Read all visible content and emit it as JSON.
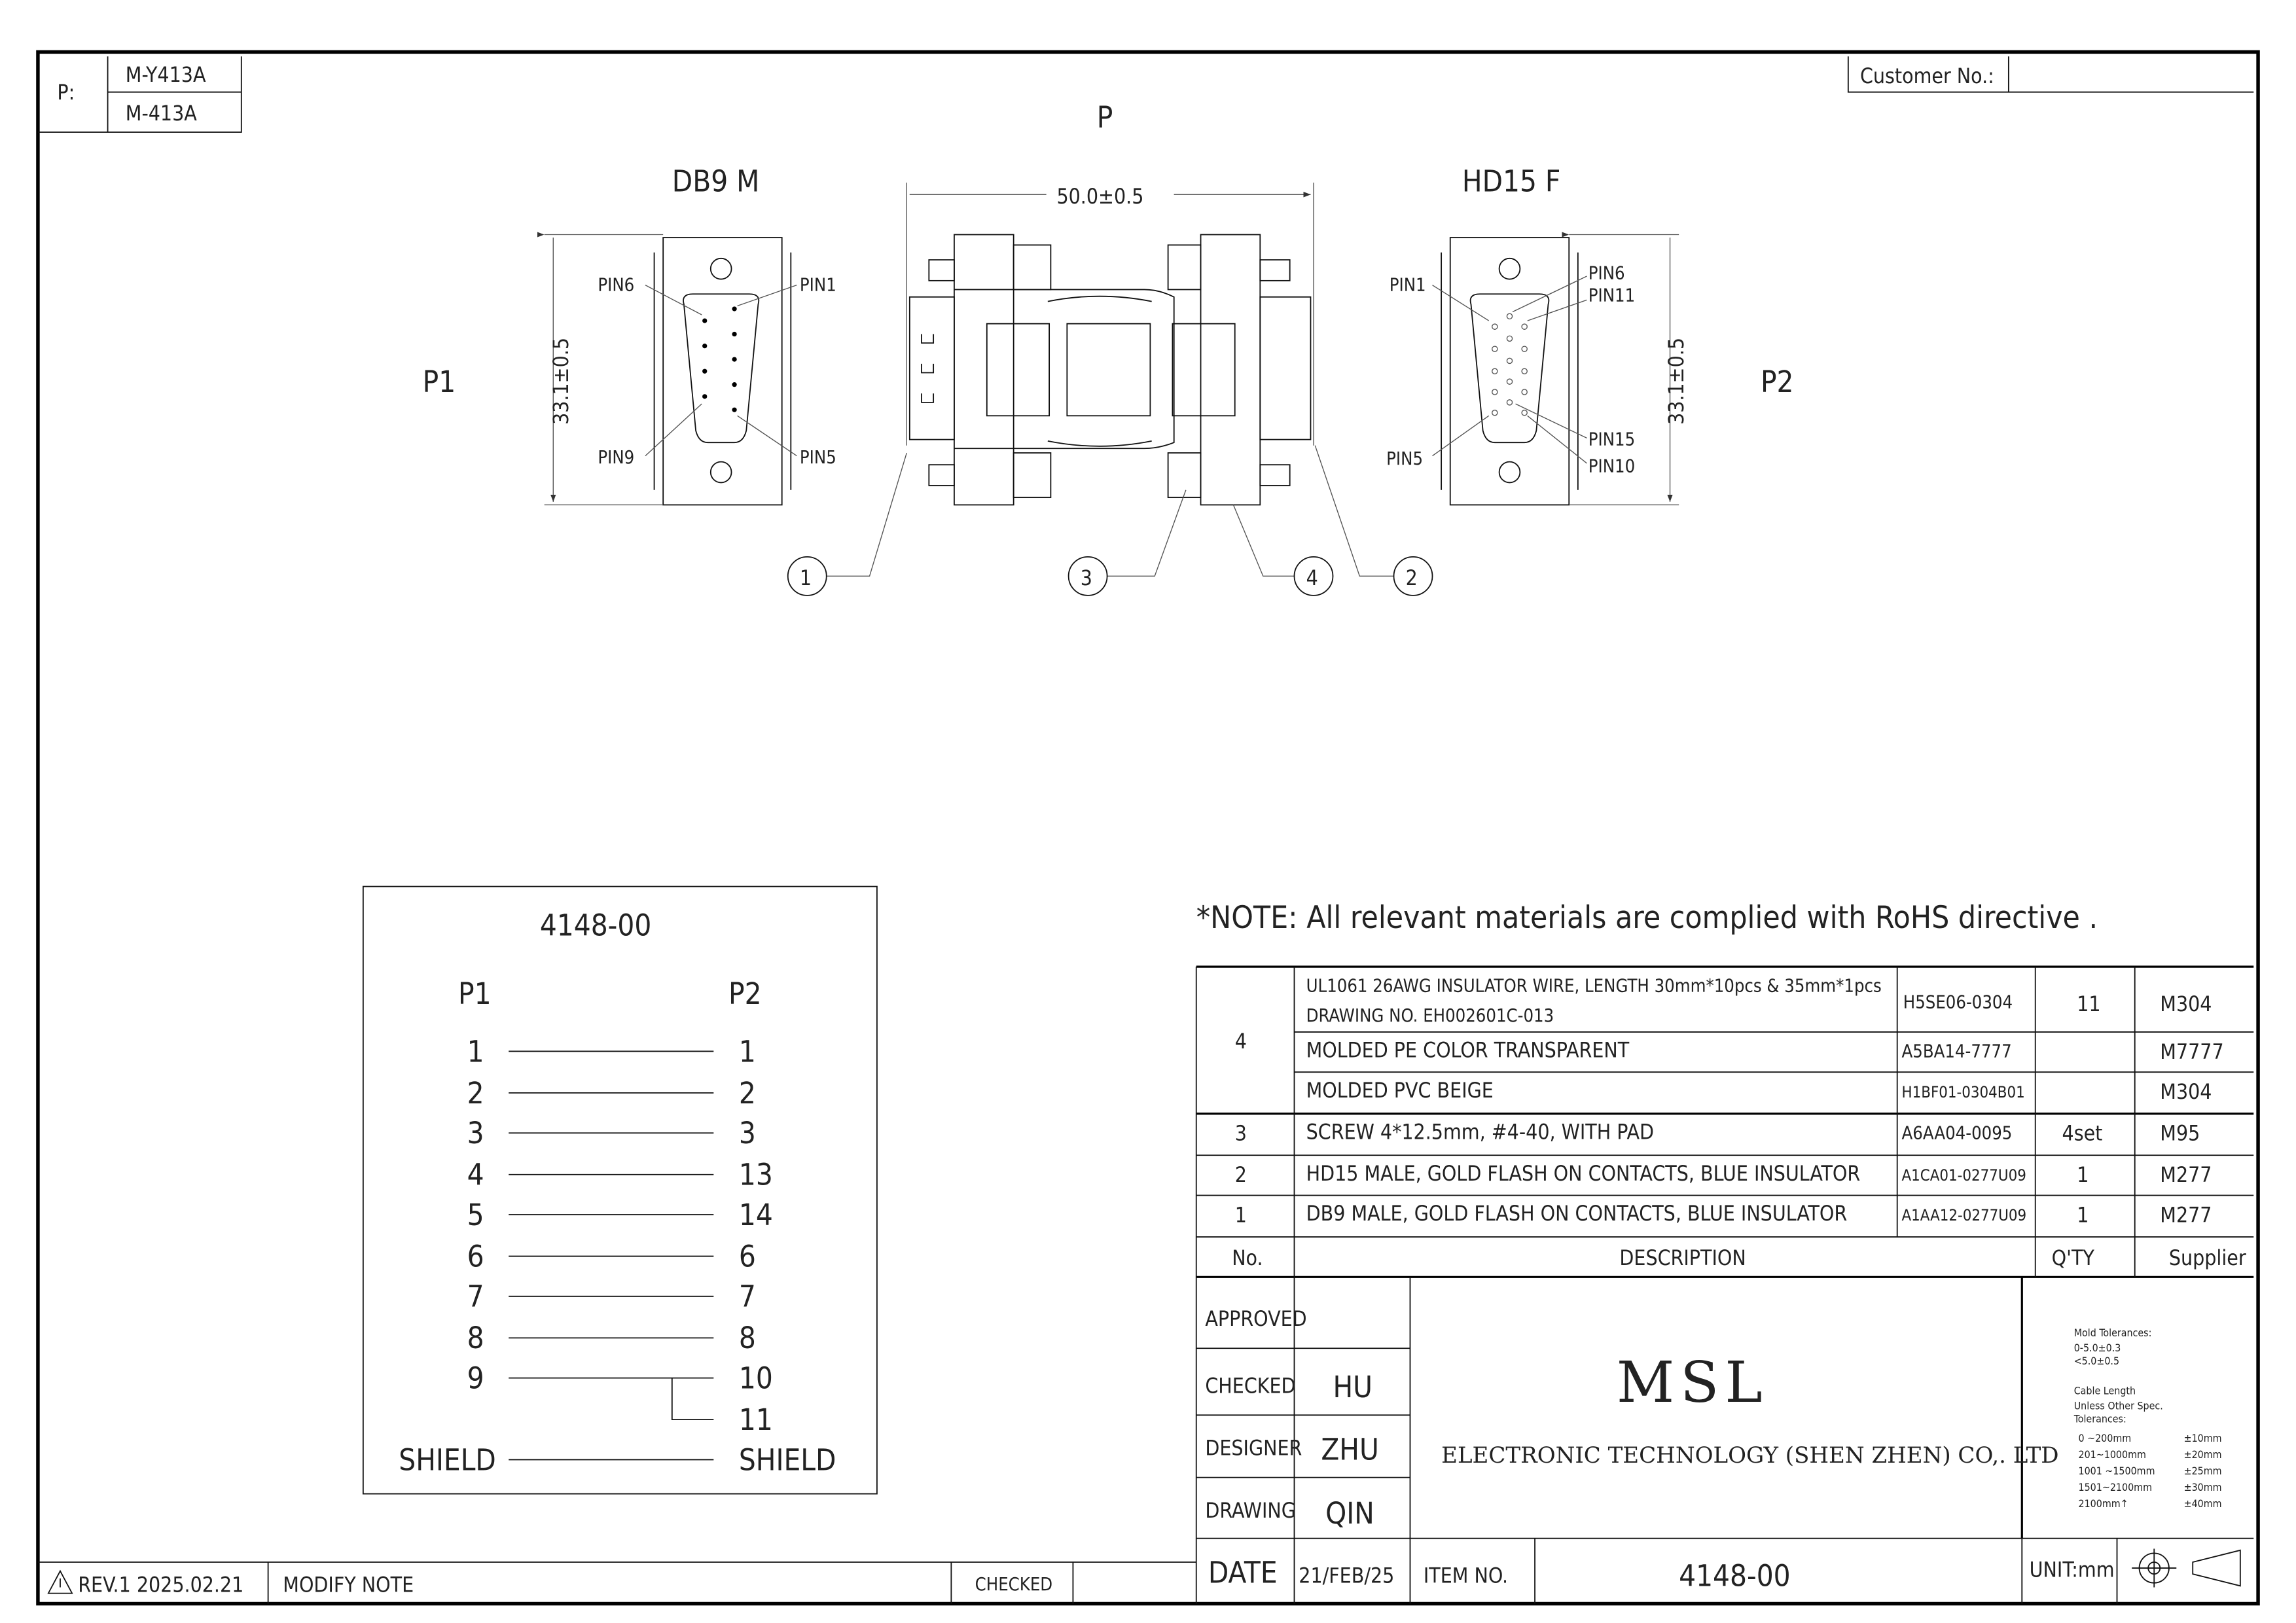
{
  "part_box": {
    "label": "P:",
    "models": [
      "M-Y413A",
      "M-413A"
    ]
  },
  "customer": {
    "label": "Customer No.:",
    "value": ""
  },
  "drawing": {
    "title": "P",
    "left_connector": "DB9  M",
    "right_connector": "HD15  F",
    "length_dim": "50.0±0.5",
    "height_dim": "33.1±0.5",
    "p1": "P1",
    "p2": "P2",
    "db9_pins": {
      "pin6": "PIN6",
      "pin1": "PIN1",
      "pin9": "PIN9",
      "pin5": "PIN5"
    },
    "hd15_pins": {
      "pin1": "PIN1",
      "pin6": "PIN6",
      "pin11": "PIN11",
      "pin5": "PIN5",
      "pin15": "PIN15",
      "pin10": "PIN10"
    },
    "callouts": [
      "1",
      "3",
      "4",
      "2"
    ]
  },
  "pinout": {
    "title": "4148-00",
    "p1_header": "P1",
    "p2_header": "P2",
    "rows": [
      {
        "p1": "1",
        "p2": "1"
      },
      {
        "p1": "2",
        "p2": "2"
      },
      {
        "p1": "3",
        "p2": "3"
      },
      {
        "p1": "4",
        "p2": "13"
      },
      {
        "p1": "5",
        "p2": "14"
      },
      {
        "p1": "6",
        "p2": "6"
      },
      {
        "p1": "7",
        "p2": "7"
      },
      {
        "p1": "8",
        "p2": "8"
      },
      {
        "p1": "9",
        "p2": "10"
      },
      {
        "p1": "",
        "p2": "11"
      },
      {
        "p1": "SHIELD",
        "p2": "SHIELD"
      }
    ]
  },
  "note": "*NOTE:  All  relevant  materials  are  complied  with  RoHS  directive  .",
  "bom": {
    "header": {
      "no": "No.",
      "description": "DESCRIPTION",
      "qty": "Q'TY",
      "supplier": "Supplier"
    },
    "rows": [
      {
        "no": "4",
        "description": "UL1061 26AWG INSULATOR WIRE, LENGTH 30mm*10pcs & 35mm*1pcs",
        "description2": "DRAWING NO. EH002601C-013",
        "part": "H5SE06-0304",
        "qty": "11",
        "supplier": "M304"
      },
      {
        "no": "",
        "description": "MOLDED  PE  COLOR  TRANSPARENT",
        "part": "A5BA14-7777",
        "qty": "",
        "supplier": "M7777"
      },
      {
        "no": "",
        "description": "MOLDED  PVC  BEIGE",
        "part": "H1BF01-0304B01",
        "qty": "",
        "supplier": "M304"
      },
      {
        "no": "3",
        "description": "SCREW  4*12.5mm,  #4-40,  WITH  PAD",
        "part": "A6AA04-0095",
        "qty": "4set",
        "supplier": "M95"
      },
      {
        "no": "2",
        "description": "HD15  MALE,  GOLD  FLASH  ON  CONTACTS,  BLUE  INSULATOR",
        "part": "A1CA01-0277U09",
        "qty": "1",
        "supplier": "M277"
      },
      {
        "no": "1",
        "description": "DB9  MALE,  GOLD  FLASH  ON  CONTACTS,  BLUE  INSULATOR",
        "part": "A1AA12-0277U09",
        "qty": "1",
        "supplier": "M277"
      }
    ]
  },
  "title_block": {
    "approved_label": "APPROVED",
    "approved": "",
    "checked_label": "CHECKED",
    "checked": "HU",
    "designer_label": "DESIGNER",
    "designer": "ZHU",
    "drawing_label": "DRAWING",
    "drawing": "QIN",
    "date_label": "DATE",
    "date": "21/FEB/25",
    "item_label": "ITEM NO.",
    "item": "4148-00",
    "company_logo": "MSL",
    "company": "ELECTRONIC  TECHNOLOGY  (SHEN  ZHEN)  CO,.  LTD",
    "unit": "UNIT:mm",
    "tolerances": {
      "mold_title": "Mold  Tolerances:",
      "mold": [
        "0-5.0±0.3",
        "<5.0±0.5"
      ],
      "cable_title": [
        "Cable  Length",
        "Unless  Other  Spec.",
        "Tolerances:"
      ],
      "cable": [
        {
          "range": "0  ~200mm",
          "tol": "±10mm"
        },
        {
          "range": "201~1000mm",
          "tol": "±20mm"
        },
        {
          "range": "1001  ~1500mm",
          "tol": "±25mm"
        },
        {
          "range": "1501~2100mm",
          "tol": "±30mm"
        },
        {
          "range": "2100mm↑",
          "tol": "±40mm"
        }
      ]
    }
  },
  "revision": {
    "rev": "REV.1  2025.02.21",
    "modify": "MODIFY  NOTE",
    "checked": "CHECKED"
  }
}
